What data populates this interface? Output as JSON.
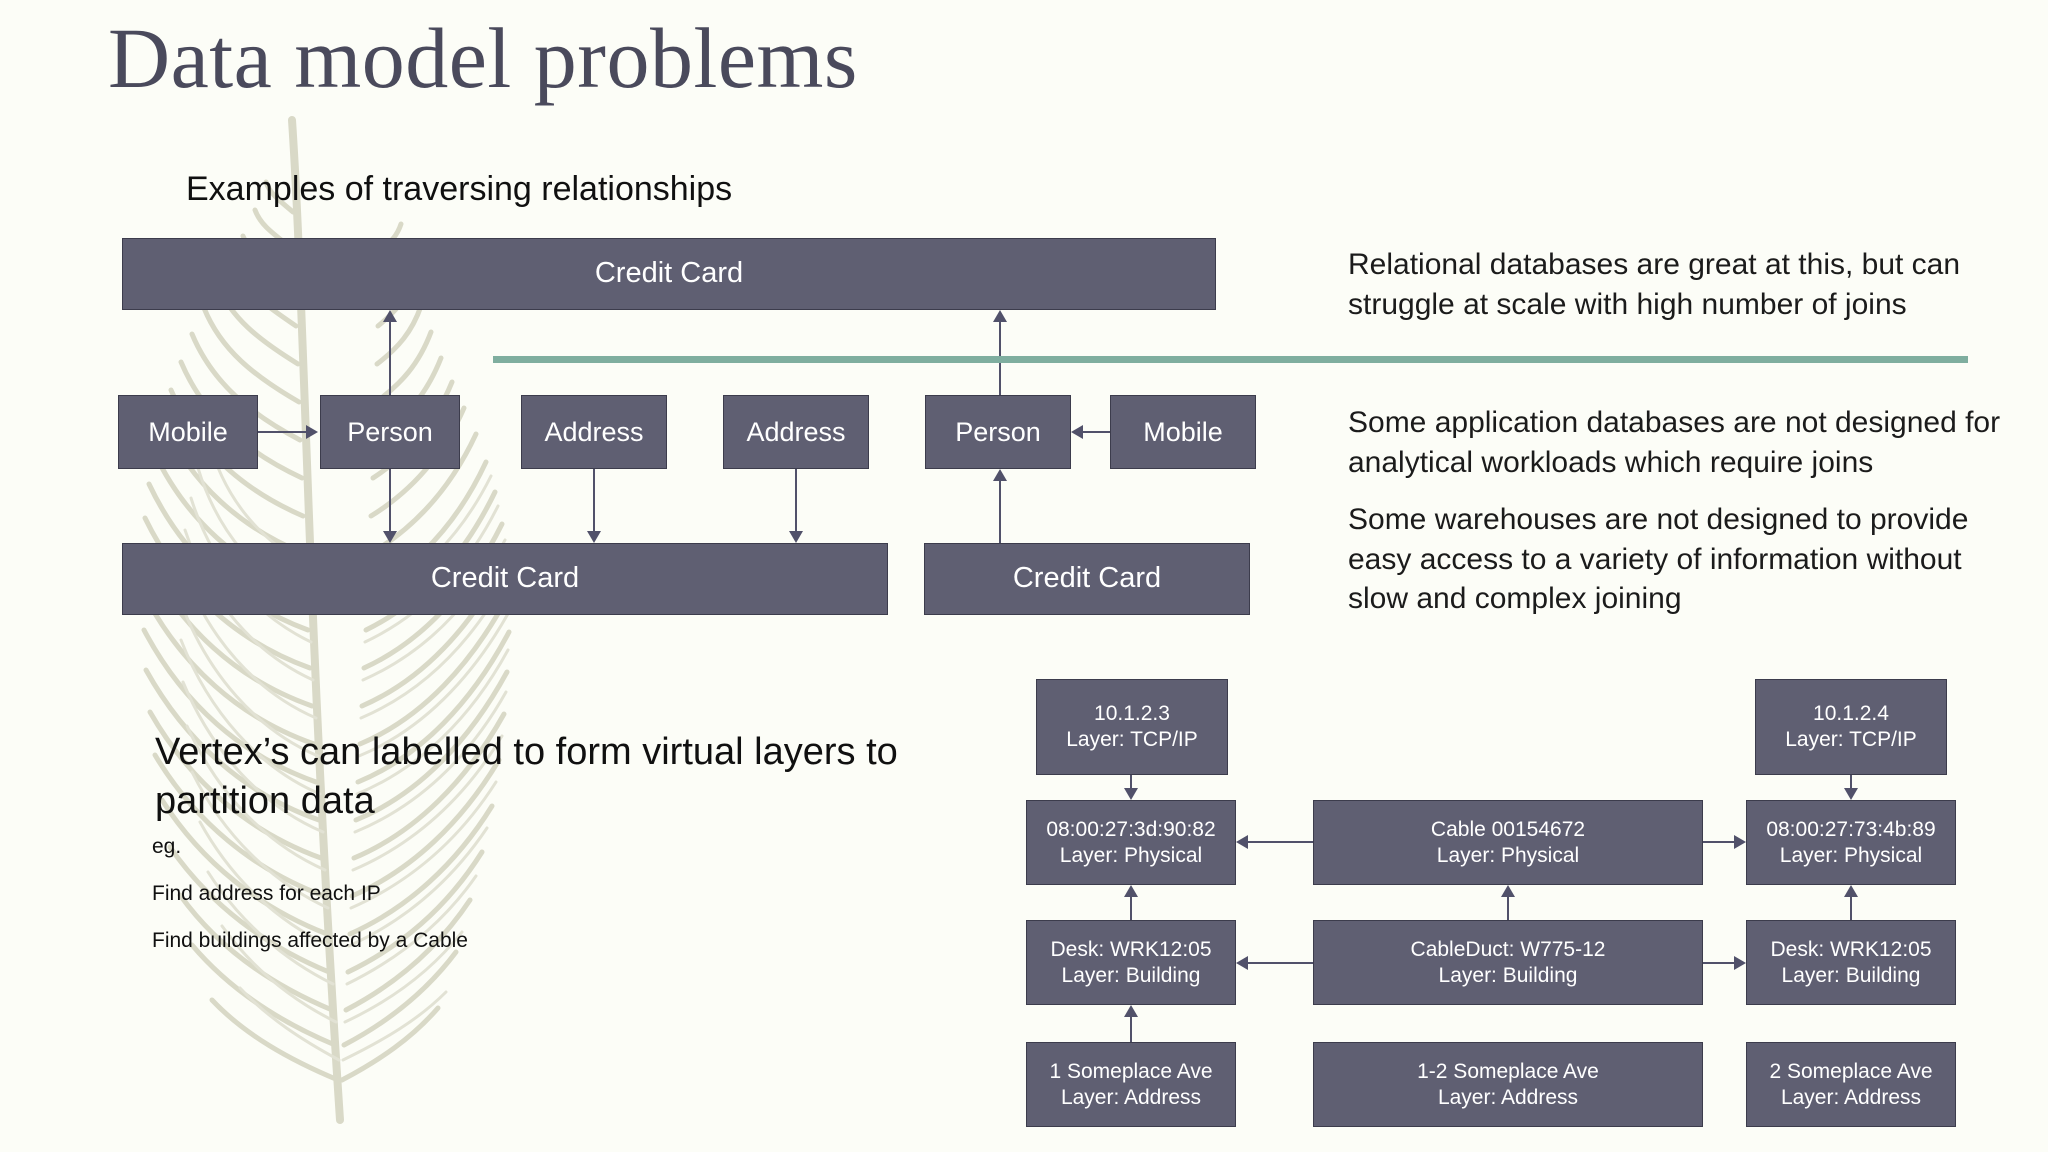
{
  "slide": {
    "title": "Data model problems",
    "subtitle": "Examples of traversing relationships",
    "background_color": "#fcfdf7",
    "node_fill_color": "#5f5f72",
    "node_border_color": "#3c3c4c",
    "accent_rule_color": "#7fae9f",
    "title_color": "#4a4a5c",
    "watermark_color": "#d9d9c7"
  },
  "relationship_diagram": {
    "top_credit_card": {
      "label": "Credit Card"
    },
    "left_cluster": {
      "mobile": {
        "label": "Mobile"
      },
      "person": {
        "label": "Person"
      },
      "address_1": {
        "label": "Address"
      },
      "address_2": {
        "label": "Address"
      },
      "bottom_credit_card": {
        "label": "Credit Card"
      }
    },
    "right_cluster": {
      "person": {
        "label": "Person"
      },
      "mobile": {
        "label": "Mobile"
      },
      "bottom_credit_card": {
        "label": "Credit Card"
      }
    }
  },
  "notes": {
    "relational": "Relational databases are great at this, but can struggle at scale with high number of joins",
    "application_db": "Some application databases are not designed for analytical workloads which require joins",
    "warehouse": "Some warehouses are not designed to provide easy access to a variety of information without slow and complex joining"
  },
  "vertex_block": {
    "heading": "Vertex’s can labelled to form virtual layers to partition data",
    "eg_label": "eg.",
    "example_1": "Find address for each IP",
    "example_2": "Find buildings affected by a Cable"
  },
  "layer_diagram": {
    "tcpip_left": {
      "line1": "10.1.2.3",
      "line2": "Layer: TCP/IP"
    },
    "tcpip_right": {
      "line1": "10.1.2.4",
      "line2": "Layer: TCP/IP"
    },
    "phys_left": {
      "line1": "08:00:27:3d:90:82",
      "line2": "Layer: Physical"
    },
    "phys_middle": {
      "line1": "Cable 00154672",
      "line2": "Layer: Physical"
    },
    "phys_right": {
      "line1": "08:00:27:73:4b:89",
      "line2": "Layer: Physical"
    },
    "bldg_left": {
      "line1": "Desk: WRK12:05",
      "line2": "Layer: Building"
    },
    "bldg_middle": {
      "line1": "CableDuct: W775-12",
      "line2": "Layer: Building"
    },
    "bldg_right": {
      "line1": "Desk: WRK12:05",
      "line2": "Layer: Building"
    },
    "addr_left": {
      "line1": "1 Someplace Ave",
      "line2": "Layer: Address"
    },
    "addr_middle": {
      "line1": "1-2 Someplace Ave",
      "line2": "Layer: Address"
    },
    "addr_right": {
      "line1": "2 Someplace Ave",
      "line2": "Layer: Address"
    }
  }
}
